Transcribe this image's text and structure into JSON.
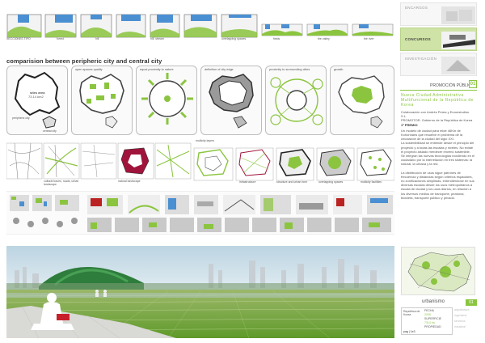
{
  "sections": {
    "top_row_label": "SECCIONES TIPO",
    "strip_labels": [
      "forest",
      "hill",
      "hill, stream",
      "overlapping spaces",
      "fields",
      "the valley",
      "the river"
    ]
  },
  "comparison": {
    "title": "comparision between peripheric city and central city",
    "panels": [
      {
        "title": "",
        "caption": "peripheric city",
        "center_label": "sites area",
        "center_sub": "73.14 km2"
      },
      {
        "title": "open spaces quality",
        "caption": ""
      },
      {
        "title": "equal proximity to nature",
        "caption": ""
      },
      {
        "title": "definition of city edge",
        "caption": ""
      },
      {
        "title": "proximity to surrounding cities",
        "caption": ""
      },
      {
        "title": "growth",
        "caption": ""
      }
    ],
    "small_caption": "central city"
  },
  "analysis": {
    "multicity_label": "multicity layers",
    "captions": [
      "cultural traces, roads, urban landscape",
      "",
      "natural landscape",
      "",
      "",
      "infrastructure",
      "",
      "structure and urban form",
      "overlapping spaces",
      "multicity facilities"
    ]
  },
  "sidebar": {
    "items": [
      {
        "label": "ENCARGOS"
      },
      {
        "label": "CONCURSOS"
      },
      {
        "label": "INVESTIGACIÓN"
      }
    ],
    "category": "PROMOCIÓN PÚBLICA",
    "category_num": "01",
    "project_title": "Nueva Ciudad Administrativa Multifuncional de la República de Korea",
    "credits": "Colaboración con Andrés Perea y Euroestudios S.L.",
    "promoter_label": "PROMOTOR:",
    "promoter": "Gobierno de la República de Korea",
    "prize": "1º PREMIO",
    "desc1": "Un modelo de ciudad para mide 46Km de Kohonhans que resuelve el problema de la circulación de la ciudad del siglo XXI.",
    "desc2": "La sostenibilidad se entiende desde el principio del proyecto y a todas las escalas y niveles. No existe el proyecto aislado merdecer enverio sostenible.",
    "desc3": "Se integran las nuevas tecnologías incidiendo en el ciudadano por la interrelación en tres sistemas: la natural, la urbana y la red.",
    "desc4": "La distribución de usos sigue patrones de frecuencia y distancias según criterios espaciales, no zonificaciones simplistas, entendiéndose en sus diversas escalas desde los usos metropolitanos a escala de ciudad y los usos diarios, en relación a los diversos medios de transporte, peatonal, bicicleta, transporte público y privado.",
    "urbanismo": "urbanismo",
    "urbanismo_num": "01",
    "table": [
      {
        "k": "República de Korea",
        "v": "FECHA"
      },
      {
        "k": "",
        "v": "2005"
      },
      {
        "k": "",
        "v": "SUPERFICIE"
      },
      {
        "k": "",
        "v": "7314 ha"
      },
      {
        "k": "",
        "v": "PROPIEDAD"
      }
    ],
    "page": "pag | 1e3",
    "footer_items": [
      "arquitectura",
      "ingeniería",
      "servicios",
      "industrial"
    ]
  },
  "colors": {
    "accent": "#8bc53f",
    "header_green": "#cfe3a6"
  }
}
